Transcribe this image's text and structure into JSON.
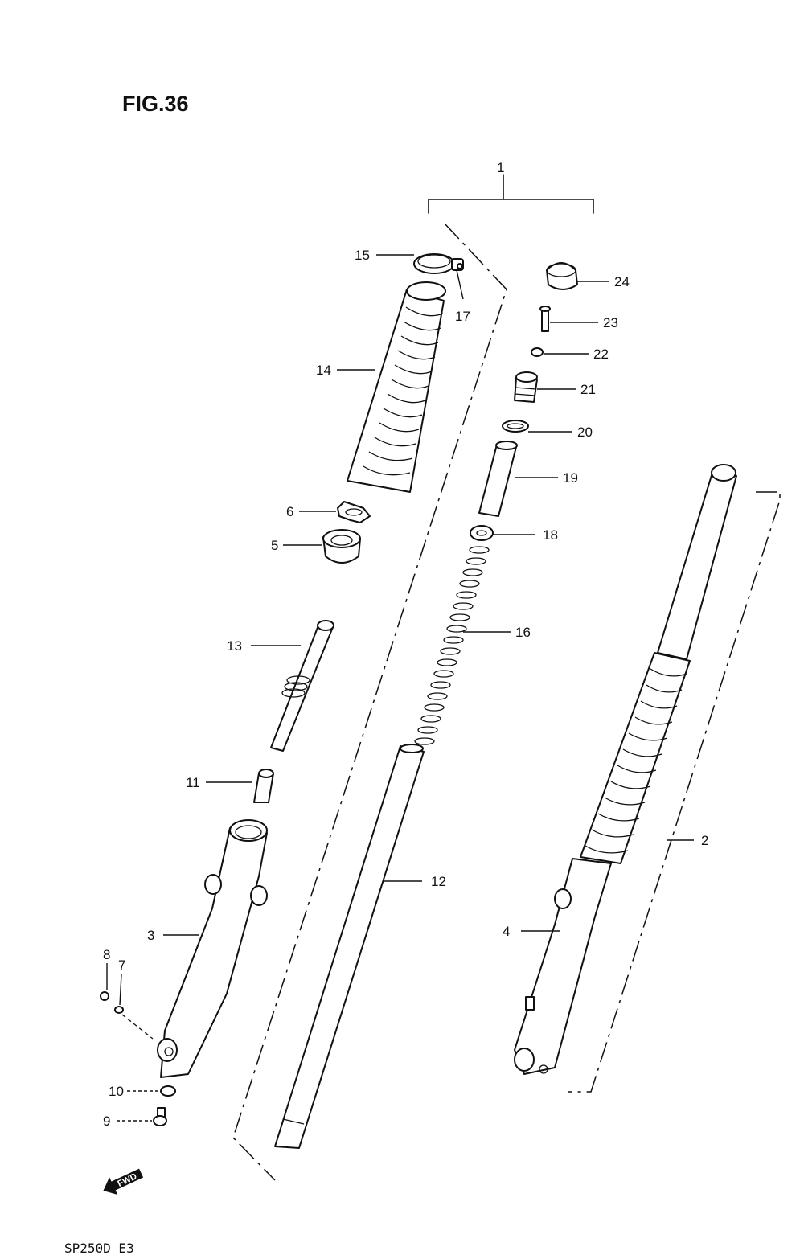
{
  "figure": {
    "title": "FIG.36",
    "footer": "SP250D E3",
    "direction_badge": "FWD"
  },
  "callouts": {
    "c1": "1",
    "c2": "2",
    "c3": "3",
    "c4": "4",
    "c5": "5",
    "c6": "6",
    "c7": "7",
    "c8": "8",
    "c9": "9",
    "c10": "10",
    "c11": "11",
    "c12": "12",
    "c13": "13",
    "c14": "14",
    "c15": "15",
    "c16": "16",
    "c17": "17",
    "c18": "18",
    "c19": "19",
    "c20": "20",
    "c21": "21",
    "c22": "22",
    "c23": "23",
    "c24": "24"
  }
}
